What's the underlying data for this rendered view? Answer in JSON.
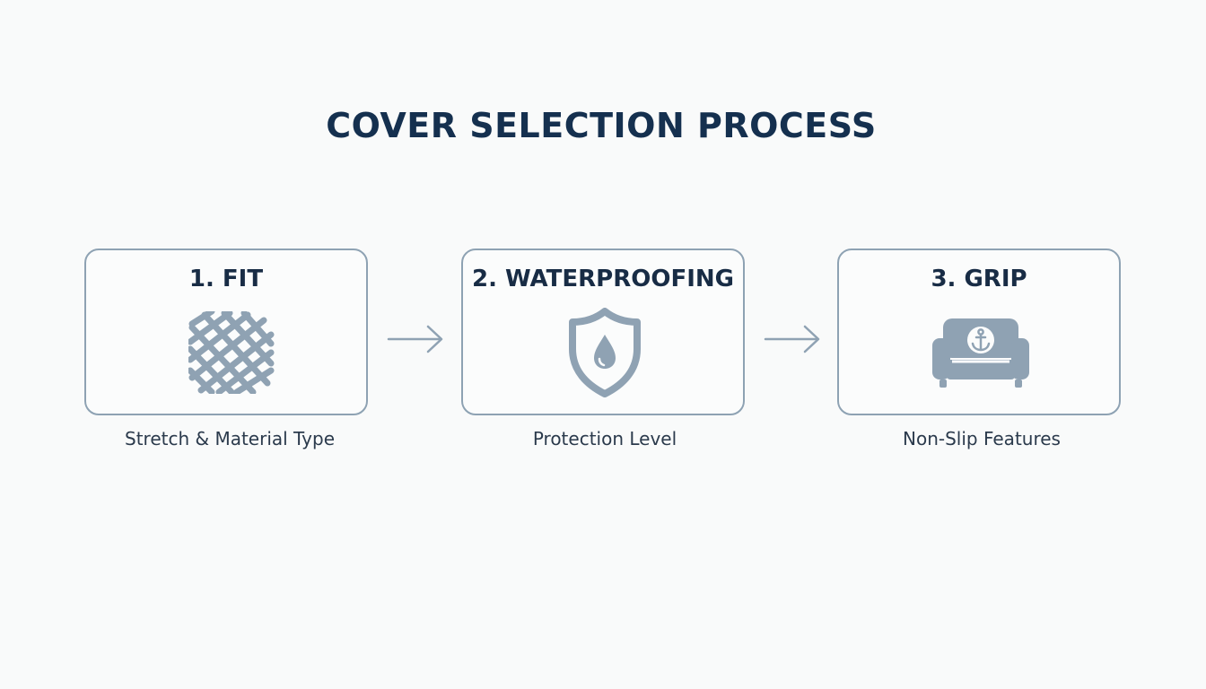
{
  "title": "COVER SELECTION PROCESS",
  "colors": {
    "title": "#15304f",
    "box_border": "#8ea2b3",
    "icon": "#8fa2b3",
    "arrow": "#8fa2b3",
    "text": "#2b3a4c",
    "background": "#f9fafa"
  },
  "steps": [
    {
      "title": "1. FIT",
      "icon": "woven-fabric-icon",
      "description": "Stretch & Material Type"
    },
    {
      "title": "2. WATERPROOFING",
      "icon": "shield-water-drop-icon",
      "description": "Protection Level"
    },
    {
      "title": "3. GRIP",
      "icon": "armchair-anchor-icon",
      "description": "Non-Slip Features"
    }
  ],
  "arrows": [
    {
      "icon": "arrow-right-icon"
    },
    {
      "icon": "arrow-right-icon"
    }
  ]
}
